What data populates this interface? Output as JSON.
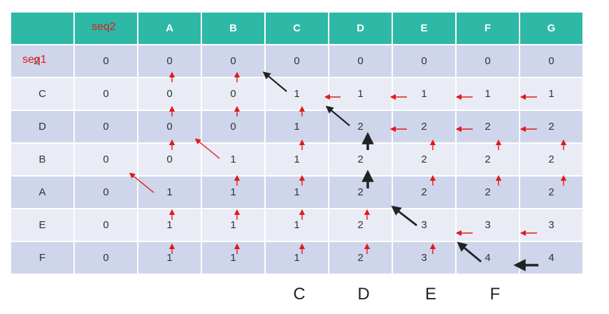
{
  "header": {
    "corner_label": "seq2",
    "columns": [
      "A",
      "B",
      "C",
      "D",
      "E",
      "F",
      "G"
    ]
  },
  "row_label": "seq1",
  "row_label_hidden_value": "2",
  "rows": [
    {
      "label": "",
      "values": [
        "0",
        "0",
        "0",
        "0",
        "0",
        "0",
        "0",
        "0"
      ]
    },
    {
      "label": "C",
      "values": [
        "0",
        "0",
        "0",
        "1",
        "1",
        "1",
        "1",
        "1"
      ]
    },
    {
      "label": "D",
      "values": [
        "0",
        "0",
        "0",
        "1",
        "2",
        "2",
        "2",
        "2"
      ]
    },
    {
      "label": "B",
      "values": [
        "0",
        "0",
        "1",
        "1",
        "2",
        "2",
        "2",
        "2"
      ]
    },
    {
      "label": "A",
      "values": [
        "0",
        "1",
        "1",
        "1",
        "2",
        "2",
        "2",
        "2"
      ]
    },
    {
      "label": "E",
      "values": [
        "0",
        "1",
        "1",
        "1",
        "2",
        "3",
        "3",
        "3"
      ]
    },
    {
      "label": "F",
      "values": [
        "0",
        "1",
        "1",
        "1",
        "2",
        "3",
        "4",
        "4"
      ]
    }
  ],
  "lcs_result": [
    "C",
    "D",
    "E",
    "F"
  ],
  "colors": {
    "header": "#2eb8a6",
    "row_dark": "#cfd5ea",
    "row_light": "#e9ebf5",
    "arrow_red": "#e01a1a",
    "arrow_black": "#222222"
  }
}
